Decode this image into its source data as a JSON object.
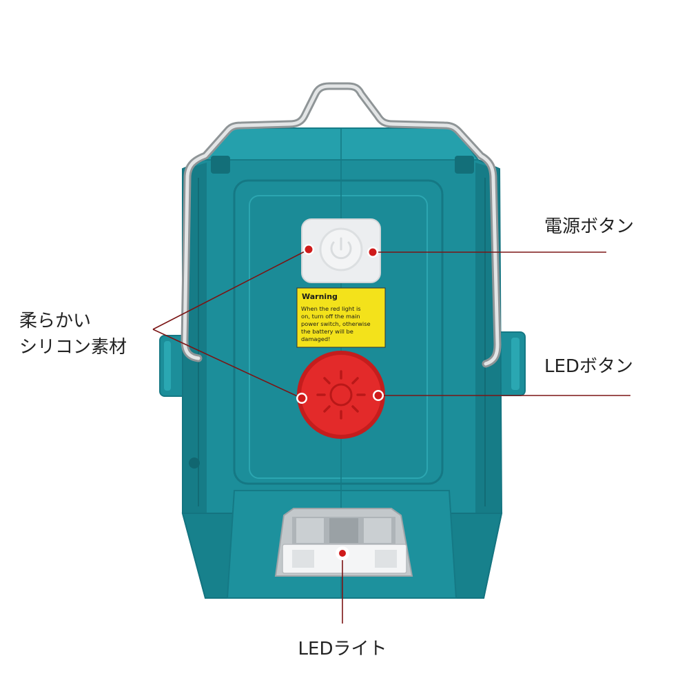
{
  "callouts": {
    "power_button": {
      "label": "電源ボタン"
    },
    "led_button": {
      "label": "LEDボタン"
    },
    "silicone": {
      "line1": "柔らかい",
      "line2": "シリコン素材"
    },
    "led_light": {
      "label": "LEDライト"
    }
  },
  "warning_label": {
    "title": "Warning",
    "lines": [
      "When the red light is",
      "on, turn off the main",
      "power switch, otherwise",
      "the battery will be",
      "damaged!"
    ]
  },
  "icons": {
    "power_button": "power-icon",
    "led_button": "sun-icon"
  },
  "colors": {
    "body": "#1c8e9a",
    "body_light": "#25a0ac",
    "body_dark": "#167c87",
    "handle_outer": "#8f9597",
    "handle_inner": "#e3e5e6",
    "callout_line": "#7b1515",
    "callout_dot": "#cf1b1b",
    "led_button": "#e32a2a",
    "led_button_ring": "#c41d1d",
    "led_button_icon": "#b91818",
    "warning_yellow": "#f3e21b",
    "power_button": "#eceef0"
  }
}
